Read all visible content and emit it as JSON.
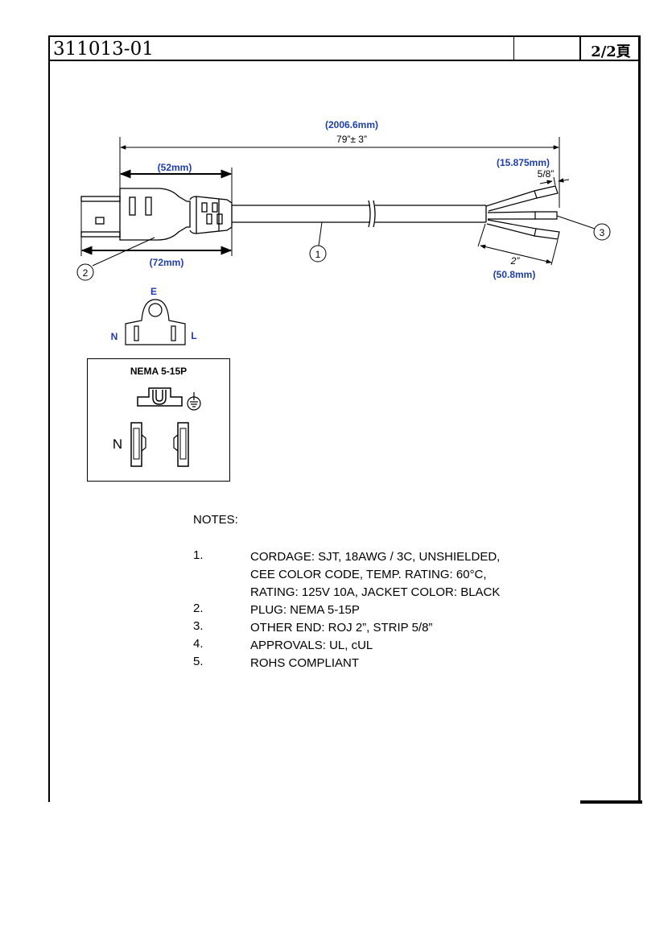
{
  "header": {
    "part_number": "311013-01",
    "page": "2/2頁"
  },
  "dimensions": {
    "overall_mm": "(2006.6mm)",
    "overall_in": "79”± 3”",
    "strip_mm": "(15.875mm)",
    "strip_in": "5/8”",
    "plug_head_mm": "(52mm)",
    "plug_total_mm": "(72mm)",
    "roj_in": "2”",
    "roj_mm": "(50.8mm)"
  },
  "balloons": {
    "cord": "1",
    "plug": "2",
    "end": "3"
  },
  "pin_labels": {
    "earth": "E",
    "neutral": "N",
    "line": "L"
  },
  "nema": {
    "title": "NEMA 5-15P",
    "neutral": "N"
  },
  "notes": {
    "heading": "NOTES:",
    "items": [
      {
        "num": "1.",
        "lines": [
          "CORDAGE:  SJT,  18AWG / 3C,  UNSHIELDED,",
          "CEE COLOR  CODE,  TEMP.  RATING:  60°C,",
          "RATING:  125V  10A,  JACKET COLOR:  BLACK"
        ]
      },
      {
        "num": "2.",
        "lines": [
          "PLUG:  NEMA 5-15P"
        ]
      },
      {
        "num": "3.",
        "lines": [
          "OTHER  END:  ROJ  2”,  STRIP  5/8”"
        ]
      },
      {
        "num": "4.",
        "lines": [
          "APPROVALS:  UL, cUL"
        ]
      },
      {
        "num": "5.",
        "lines": [
          "ROHS COMPLIANT"
        ]
      }
    ]
  },
  "colors": {
    "dimension_blue": "#1f3ea8",
    "line": "#000000"
  }
}
